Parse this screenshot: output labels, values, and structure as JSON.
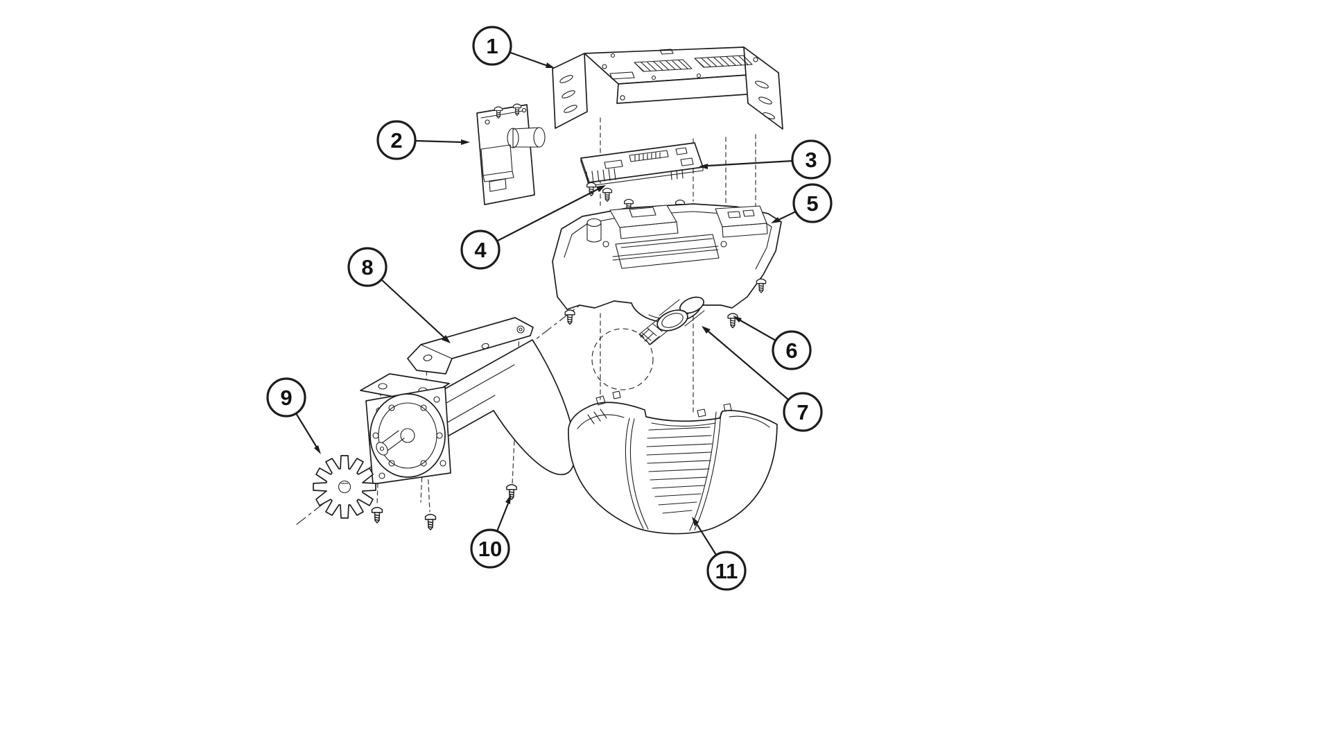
{
  "diagram": {
    "background_color": "#ffffff",
    "line_color": "#1c1c1c",
    "callouts": [
      {
        "number": "1"
      },
      {
        "number": "2"
      },
      {
        "number": "3"
      },
      {
        "number": "4"
      },
      {
        "number": "5"
      },
      {
        "number": "6"
      },
      {
        "number": "7"
      },
      {
        "number": "8"
      },
      {
        "number": "9"
      },
      {
        "number": "10"
      },
      {
        "number": "11"
      }
    ]
  }
}
